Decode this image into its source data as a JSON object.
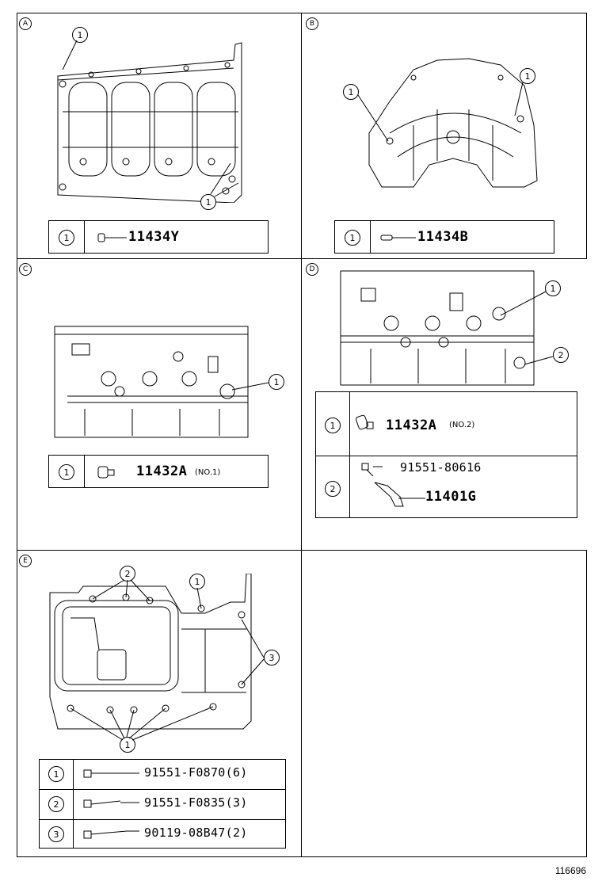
{
  "panels": {
    "A": {
      "letter": "A",
      "callouts": [
        "1",
        "1"
      ],
      "legend": [
        {
          "num": "1",
          "part": "11434Y"
        }
      ]
    },
    "B": {
      "letter": "B",
      "callouts": [
        "1",
        "1"
      ],
      "legend": [
        {
          "num": "1",
          "part": "11434B"
        }
      ]
    },
    "C": {
      "letter": "C",
      "callouts": [
        "1"
      ],
      "legend": [
        {
          "num": "1",
          "part": "11432A",
          "note": "(NO.1)"
        }
      ]
    },
    "D": {
      "letter": "D",
      "callouts": [
        "1",
        "2"
      ],
      "legend": [
        {
          "num": "1",
          "part": "11432A",
          "note": "(NO.2)"
        },
        {
          "num": "2",
          "part": "91551-80616",
          "part2": "11401G"
        }
      ]
    },
    "E": {
      "letter": "E",
      "callouts": [
        "2",
        "1",
        "3",
        "1"
      ],
      "legend": [
        {
          "num": "1",
          "part": "91551-F0870(6)"
        },
        {
          "num": "2",
          "part": "91551-F0835(3)"
        },
        {
          "num": "3",
          "part": "90119-08B47(2)"
        }
      ]
    }
  },
  "document_number": "116696"
}
